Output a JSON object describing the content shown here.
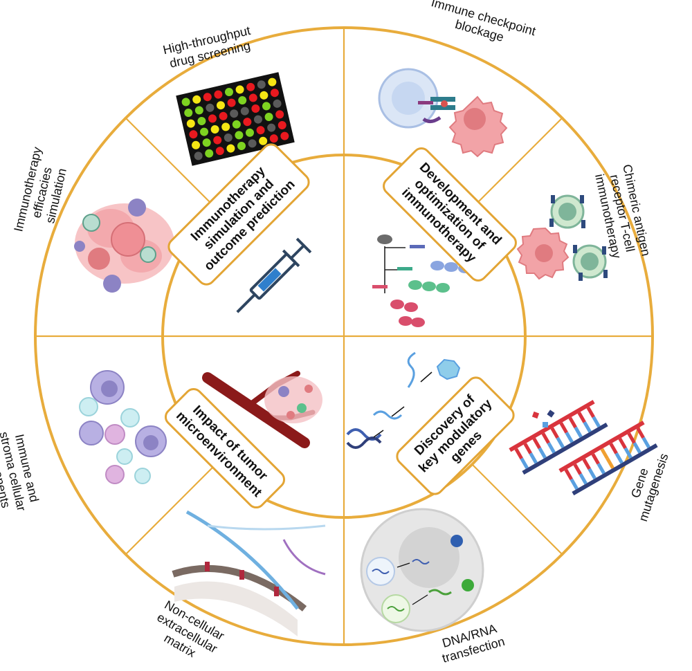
{
  "colors": {
    "ring": "#e8ac3c",
    "box_border": "#e3a535",
    "text": "#111111"
  },
  "themes": {
    "immunotherapy_simulation": [
      "Immunotherapy",
      "simulation and",
      "outcome prediction"
    ],
    "development_optimization": [
      "Development and",
      "optimization of",
      "immunotherapy"
    ],
    "tumor_microenvironment": [
      "Impact of tumor",
      "microenvironment"
    ],
    "key_modulatory_genes": [
      "Discovery of",
      "key modulatory",
      "genes"
    ]
  },
  "applications": {
    "drug_screening": [
      "High-throughput",
      "drug screening"
    ],
    "checkpoint_blockage": [
      "Immune checkpoint",
      "blockage"
    ],
    "car_t": [
      "Chimeric antigen",
      "receptor T-cell",
      "immunotherapy"
    ],
    "efficacies_simulation": [
      "Immunotherapy",
      "efficacies",
      "simulation"
    ],
    "immune_stroma": [
      "Immune and",
      "stroma cellular",
      "components"
    ],
    "gene_mutagenesis": [
      "Gene",
      "mutagenesis"
    ],
    "ecm": [
      "Non-cellular",
      "extracellular",
      "matrix"
    ],
    "transfection": [
      "DNA/RNA",
      "transfection"
    ]
  },
  "icons": [
    "well-plate-icon",
    "checkpoint-cells-icon",
    "car-t-cells-icon",
    "tumor-cluster-icon",
    "syringe-icon",
    "mice-icon",
    "immune-cells-icon",
    "blood-vessel-tumor-icon",
    "dna-rna-protein-icon",
    "dna-mutation-icon",
    "extracellular-matrix-icon",
    "transfection-cell-icon"
  ]
}
